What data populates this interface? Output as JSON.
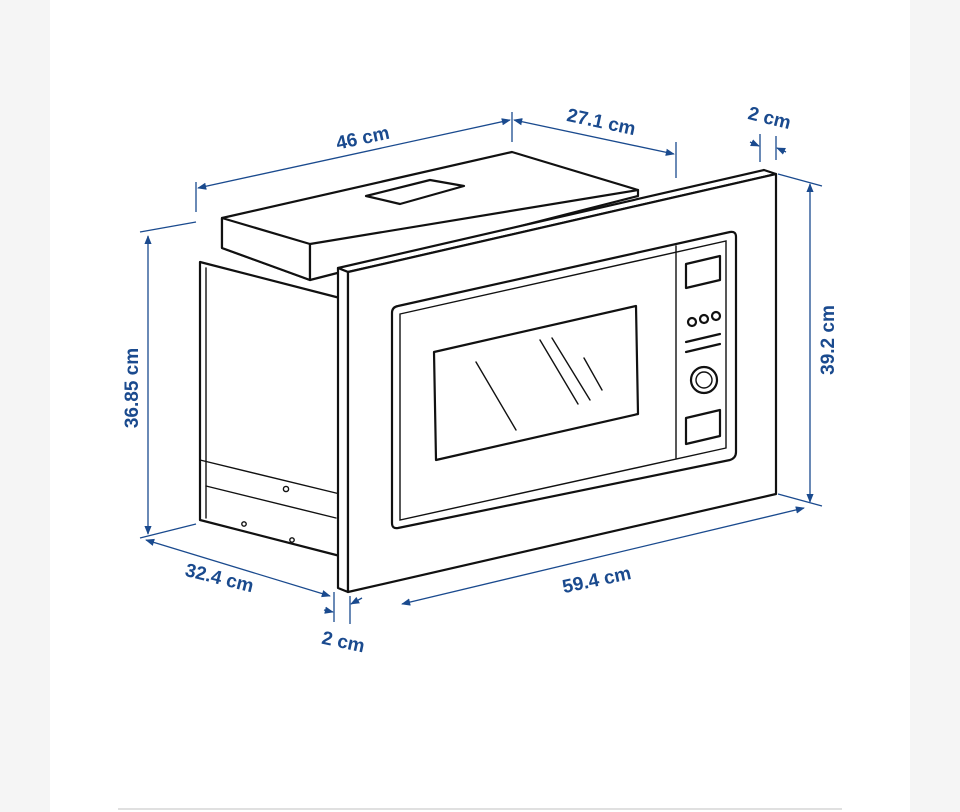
{
  "colors": {
    "dimension": "#1a4a8e",
    "ink": "#111111",
    "background": "#ffffff",
    "page_margin": "#f5f5f5"
  },
  "dimensions": {
    "top_depth": "46 cm",
    "top_right_depth": "27.1 cm",
    "frame_thickness_top": "2 cm",
    "frame_height": "39.2 cm",
    "body_height": "36.85 cm",
    "bottom_depth": "32.4 cm",
    "frame_width": "59.4 cm",
    "frame_thickness_bottom": "2 cm"
  },
  "controls": {
    "buttons": 3,
    "knob": 1
  }
}
